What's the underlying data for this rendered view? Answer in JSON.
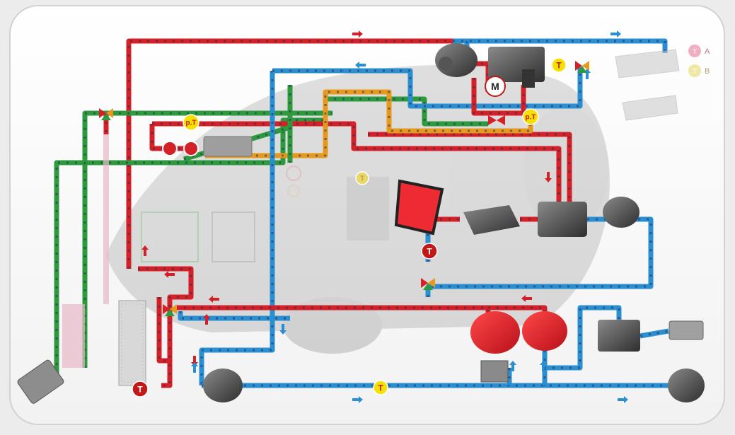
{
  "diagram": {
    "legend": [
      {
        "label": "A",
        "color": "#e87a9a"
      },
      {
        "label": "B",
        "color": "#e8d86a"
      }
    ],
    "sensor_labels": {
      "temperature": "T",
      "pressure_temperature": "p.T",
      "motor": "M"
    },
    "pipe_colors": {
      "hot": "#d42127",
      "cold": "#2a8fd0",
      "coolant": "#2e9a3e",
      "refrigerant": "#e59a1e",
      "dash_dark": "#2a2a5a"
    },
    "flow_arrows": {
      "hot": "#d42127",
      "cold": "#2a8fd0"
    },
    "icons": [
      "electric-pump-icon",
      "heat-exchanger-icon",
      "three-way-valve-icon",
      "radiator-icon",
      "battery-icon",
      "electric-motor-icon",
      "power-electronics-icon",
      "cabin-heater-icon",
      "compressor-icon",
      "expansion-tank-icon",
      "chiller-icon",
      "car-silhouette-icon"
    ]
  }
}
